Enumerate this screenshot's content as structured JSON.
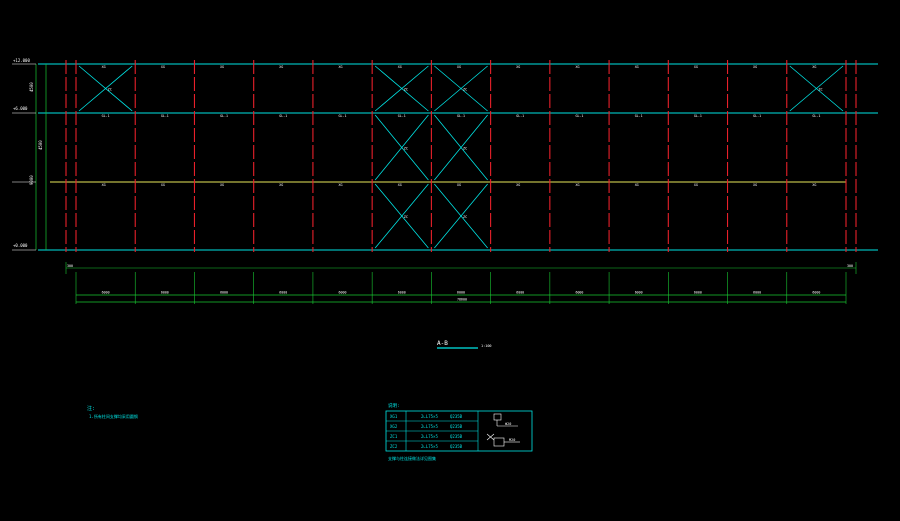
{
  "colors": {
    "background": "#000000",
    "cyan": "#00e5e5",
    "red": "#e8202a",
    "yellow": "#e8e85a",
    "green": "#19c832",
    "white": "#ffffff"
  },
  "drawing": {
    "title": "A-B",
    "subtitle": "1:100",
    "elevation_labels": [
      "+0.000",
      "+6.000",
      "+12.000"
    ],
    "left_dims": [
      "4500",
      "4500",
      "9000"
    ],
    "top_row_labels": [
      "XG",
      "XG",
      "XG",
      "XG",
      "XG",
      "XG",
      "XG",
      "XG",
      "XG",
      "XG",
      "XG",
      "XG",
      "XG"
    ],
    "mid_row_labels": [
      "GL-1",
      "GL-1",
      "GL-1",
      "GL-1",
      "GL-1",
      "GL-1",
      "GL-1",
      "GL-1",
      "GL-1",
      "GL-1",
      "GL-1",
      "GL-1",
      "GL-1"
    ],
    "lower_row_labels": [
      "XG",
      "XG",
      "XG",
      "XG",
      "XG",
      "XG",
      "XG",
      "XG",
      "XG",
      "XG",
      "XG",
      "XG",
      "XG"
    ],
    "brace_labels": [
      "ZC",
      "ZC",
      "ZC",
      "ZC",
      "ZC",
      "ZC",
      "ZC",
      "ZC"
    ],
    "bay_dims": [
      "6000",
      "6000",
      "6000",
      "6000",
      "6000",
      "6000",
      "6000",
      "6000",
      "6000",
      "6000",
      "6000",
      "6000",
      "6000"
    ],
    "end_dims": [
      "300",
      "300"
    ],
    "total_dim": "78600"
  },
  "notes": {
    "heading": "注:",
    "line1": "1.所有柱间支撑均采用圆钢"
  },
  "legend": {
    "heading": "说明:",
    "rows": [
      {
        "code": "XG1",
        "spec": "2∟L75×5",
        "mat": "Q235B"
      },
      {
        "code": "XG2",
        "spec": "2∟L75×5",
        "mat": "Q235B"
      },
      {
        "code": "ZC1",
        "spec": "2∟L75×5",
        "mat": "Q235B"
      },
      {
        "code": "ZC2",
        "spec": "2∟L75×5",
        "mat": "Q235B"
      }
    ],
    "detail_label_a": "Φ20",
    "detail_label_b": "M20",
    "footer": "支撑与柱连接做法详见图集"
  }
}
